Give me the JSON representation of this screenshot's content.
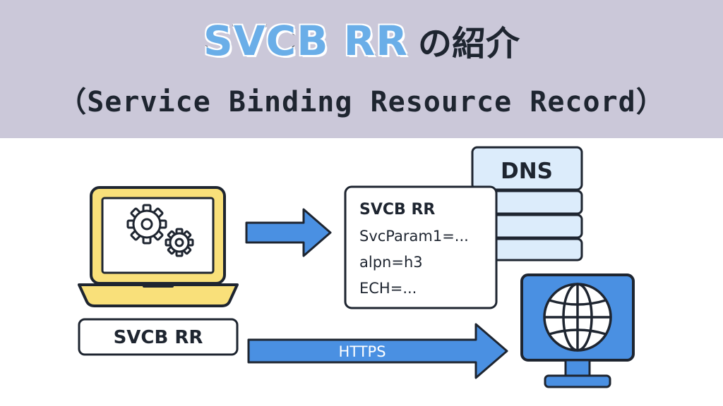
{
  "title": {
    "main": "SVCB RR",
    "suffix": "の紹介",
    "subtitle": "（Service Binding Resource Record）"
  },
  "client_label": "SVCB RR",
  "dns_label": "DNS",
  "record_card": {
    "heading": "SVCB RR",
    "lines": [
      "SvcParam1=...",
      "alpn=h3",
      "ECH=..."
    ]
  },
  "https_label": "HTTPS",
  "colors": {
    "banner": "#cbc8d9",
    "laptop": "#f9e07a",
    "accent_blue": "#4a90e2",
    "light_blue": "#dcecfb",
    "outline": "#1e2530"
  },
  "icons": [
    "laptop-icon",
    "gear-icon",
    "server-stack-icon",
    "globe-icon",
    "monitor-icon",
    "arrow-right-icon"
  ]
}
